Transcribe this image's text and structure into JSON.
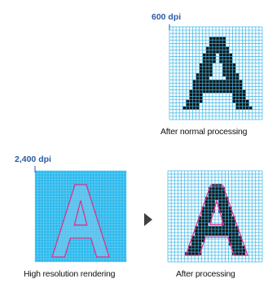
{
  "top_panel": {
    "dpi_label": "600 dpi",
    "caption": "After normal processing"
  },
  "bottom_left_panel": {
    "dpi_label": "2,400 dpi",
    "caption": "High resolution rendering"
  },
  "bottom_right_panel": {
    "caption": "After processing"
  },
  "glyph": "A",
  "colors": {
    "grid_line": "#3bb6e6",
    "grid_fill": "#ffffff",
    "hires_fill": "#29b8ec",
    "hires_line": "#7fd4f4",
    "glyph_pixel": "#141414",
    "outline": "#e0308c",
    "dpi_text": "#2b5aa8",
    "arrow": "#404040"
  }
}
